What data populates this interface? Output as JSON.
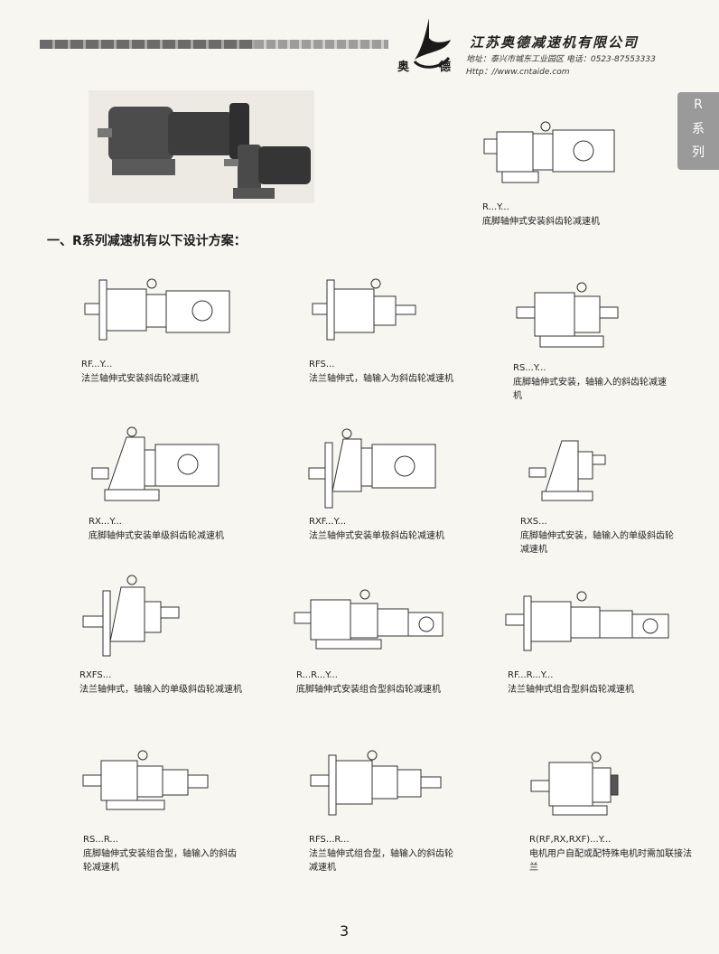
{
  "header": {
    "company": "江苏奥德减速机有限公司",
    "address": "地址：泰兴市城东工业园区   电话：0523-87553333",
    "url": "Http：//www.cntaide.com",
    "logo_char_1": "奥",
    "logo_char_2": "德"
  },
  "side_tab": {
    "letter": "R",
    "line1": "系",
    "line2": "列"
  },
  "section_title": "一、R系列减速机有以下设计方案：",
  "designs": [
    {
      "code": "R...Y...",
      "desc": "底脚轴伸式安装斜齿轮减速机"
    },
    {
      "code": "RF...Y...",
      "desc": "法兰轴伸式安装斜齿轮减速机"
    },
    {
      "code": "RFS...",
      "desc": "法兰轴伸式，轴输入为斜齿轮减速机"
    },
    {
      "code": "RS...Y...",
      "desc": "底脚轴伸式安装，轴输入的斜齿轮减速机"
    },
    {
      "code": "RX...Y...",
      "desc": "底脚轴伸式安装单级斜齿轮减速机"
    },
    {
      "code": "RXF...Y...",
      "desc": "法兰轴伸式安装单极斜齿轮减速机"
    },
    {
      "code": "RXS...",
      "desc": "底脚轴伸式安装，轴输入的单级斜齿轮减速机"
    },
    {
      "code": "RXFS...",
      "desc": "法兰轴伸式，轴输入的单级斜齿轮减速机"
    },
    {
      "code": "R...R...Y...",
      "desc": "底脚轴伸式安装组合型斜齿轮减速机"
    },
    {
      "code": "RF...R...Y...",
      "desc": "法兰轴伸式组合型斜齿轮减速机"
    },
    {
      "code": "RS...R...",
      "desc": "底脚轴伸式安装组合型，轴输入的斜齿轮减速机"
    },
    {
      "code": "RFS...R...",
      "desc": "法兰轴伸式组合型，轴输入的斜齿轮减速机"
    },
    {
      "code": "R(RF,RX,RXF)...Y...",
      "desc": "电机用户自配或配特殊电机时需加联接法兰"
    }
  ],
  "page_number": "3"
}
